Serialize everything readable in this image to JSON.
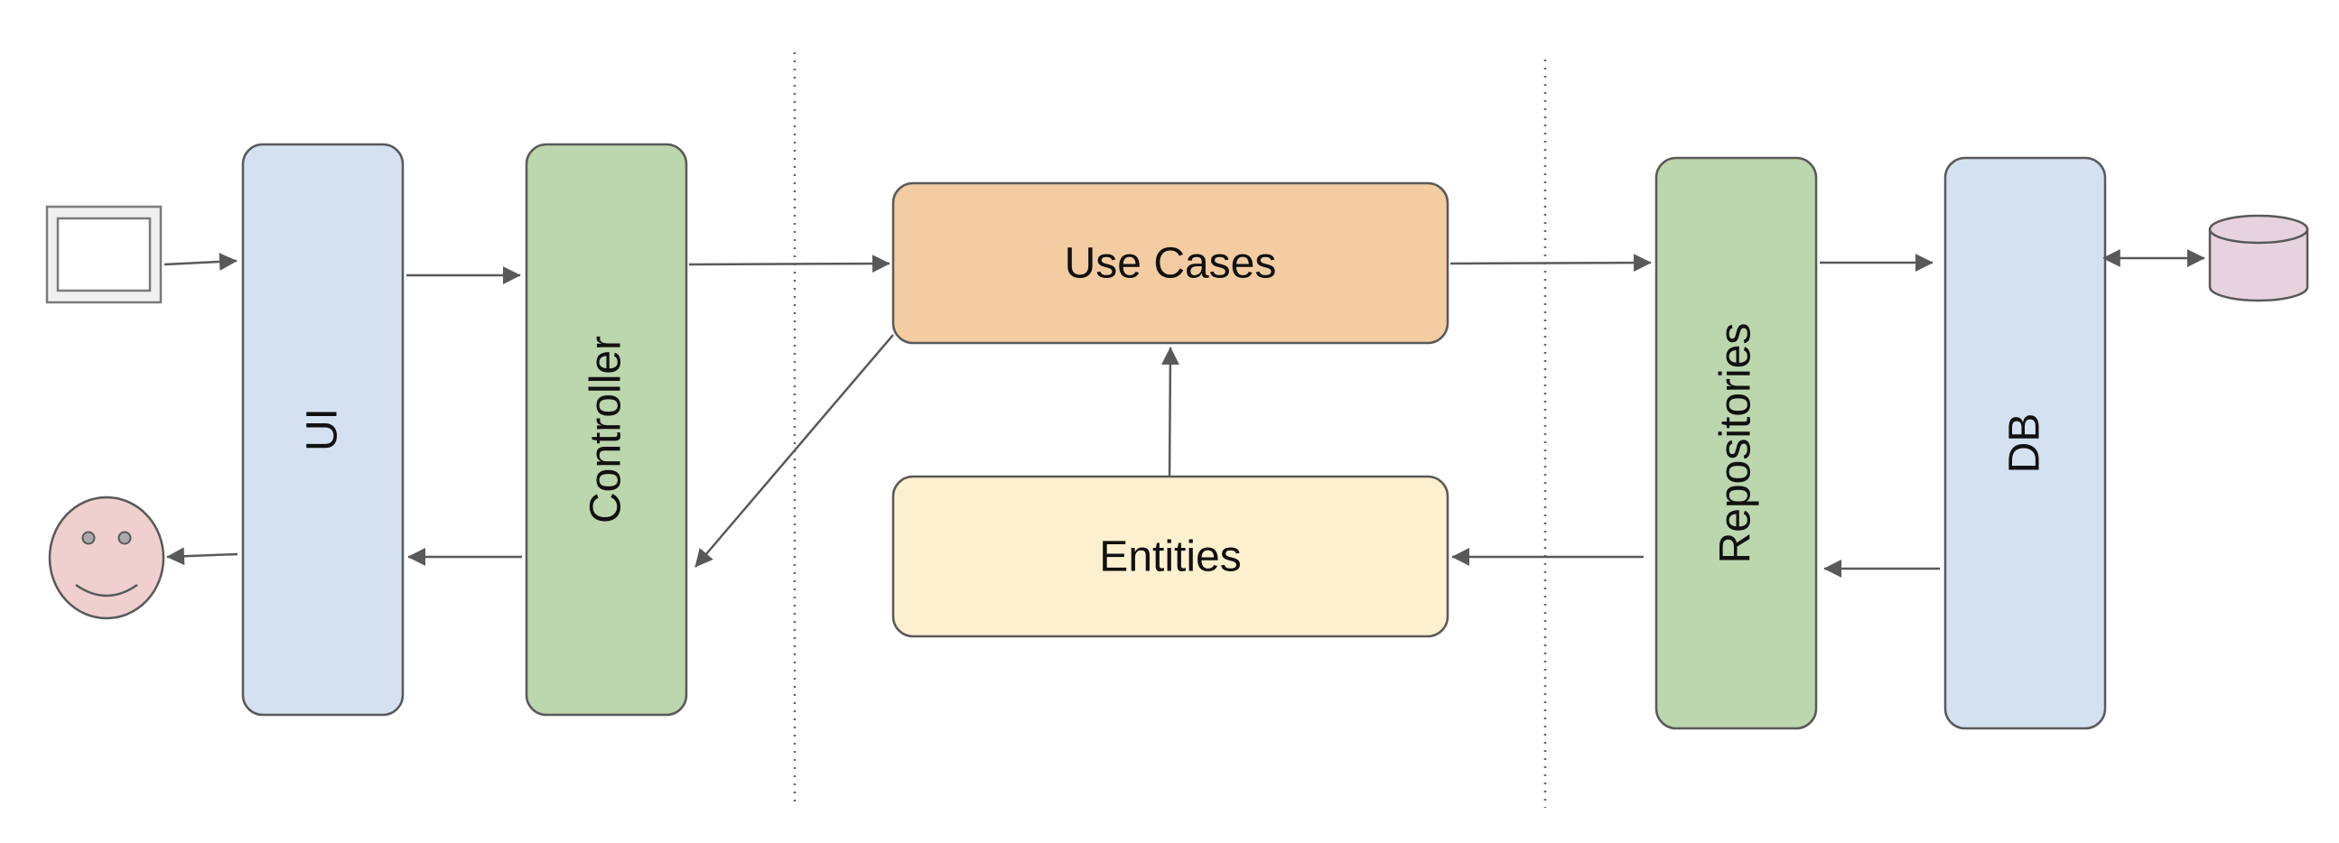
{
  "diagram": {
    "nodes": {
      "ui": {
        "label": "UI",
        "fill": "#d4e1f1"
      },
      "controller": {
        "label": "Controller",
        "fill": "#bcd6ad"
      },
      "use_cases": {
        "label": "Use Cases",
        "fill": "#f3cca2"
      },
      "entities": {
        "label": "Entities",
        "fill": "#fdf0cf"
      },
      "repositories": {
        "label": "Repositories",
        "fill": "#bcd6ad"
      },
      "db": {
        "label": "DB",
        "fill": "#d4e1f1"
      },
      "monitor": {
        "icon": "monitor-icon",
        "fill": "#f0f0f0"
      },
      "user": {
        "icon": "smiley-face-icon",
        "fill": "#f0cfcf"
      },
      "database": {
        "icon": "database-cylinder-icon",
        "fill": "#e7d3de"
      }
    },
    "edges": [
      {
        "from": "monitor",
        "to": "ui"
      },
      {
        "from": "ui",
        "to": "controller"
      },
      {
        "from": "controller",
        "to": "use_cases"
      },
      {
        "from": "use_cases",
        "to": "controller"
      },
      {
        "from": "controller",
        "to": "ui"
      },
      {
        "from": "ui",
        "to": "user"
      },
      {
        "from": "entities",
        "to": "use_cases"
      },
      {
        "from": "use_cases",
        "to": "repositories"
      },
      {
        "from": "repositories",
        "to": "db"
      },
      {
        "from": "db",
        "to": "repositories"
      },
      {
        "from": "repositories",
        "to": "entities"
      },
      {
        "from": "db",
        "to": "database",
        "bidirectional": true
      }
    ],
    "colors": {
      "stroke": "#595959",
      "arrowhead": "#595959",
      "divider": "#666666"
    }
  }
}
